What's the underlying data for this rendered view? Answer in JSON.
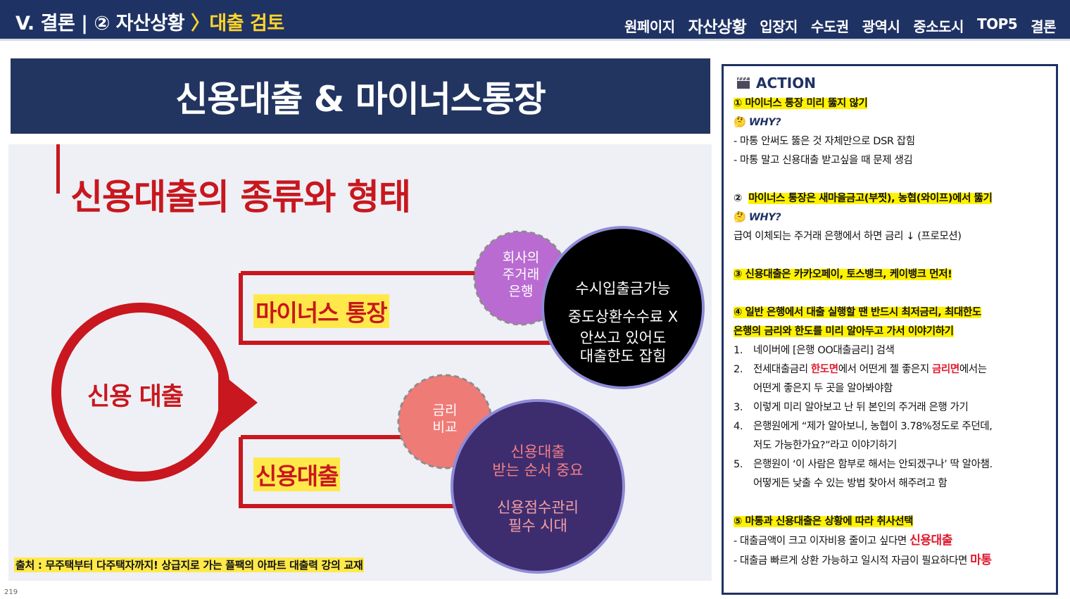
{
  "header": {
    "title_main": "V. 결론 | ② 자산상황 ",
    "title_highlight": "〉대출 검토",
    "nav": [
      "원페이지",
      "자산상황",
      "입장지",
      "수도권",
      "광역시",
      "중소도시",
      "TOP5",
      "결론"
    ]
  },
  "banner": {
    "title": "신용대출 & 마이너스통장"
  },
  "slide": {
    "subtitle": "신용대출의 종류와 형태",
    "center_label": "신용 대출",
    "minus_label": "마이너스 통장",
    "credit_label": "신용대출",
    "bubble_company": [
      "회사의",
      "주거래",
      "은행"
    ],
    "bubble_black": [
      "수시입출금가능",
      "중도상환수수료 X",
      "안쓰고 있어도",
      "대출한도 잡힘"
    ],
    "bubble_rate": [
      "금리",
      "비교"
    ],
    "bubble_purple": [
      "신용대출",
      "받는 순서 중요",
      "신용점수관리",
      "필수 시대"
    ],
    "source": "출처 : 무주택부터 다주택자까지! 상급지로 가는 플팩의 아파트 대출력 강의 교재"
  },
  "page_number": "219",
  "action": {
    "heading": "ACTION",
    "item1_title": "① 마이너스 통장 미리 뚫지 않기",
    "why": "WHY?",
    "item1_lines": [
      "-  마통 안써도 뚫은 것 자체만으로 DSR 잡힘",
      "-  마통 말고 신용대출 받고싶을 때 문제 생김"
    ],
    "item2_num": "②",
    "item2_title": "마이너스 통장은 새마을금고(부찟),  농협(와이프)에서 뚫기",
    "item2_line": "급여 이체되는 주거래 은행에서 하면 금리 ↓ (프로모션)",
    "item3_title": "③ 신용대출은 카카오페이, 토스뱅크, 케이뱅크 먼저!",
    "item4_title_a": "④ 일반 은행에서 대출 실행할 땐 반드시 최저금리, 최대한도",
    "item4_title_b": "은행의 금리와 한도를 미리 알아두고 가서 이야기하기",
    "step_nums": [
      "1.",
      "2.",
      "3.",
      "4.",
      "5."
    ],
    "step1": "네이버에 [은행 OO대출금리] 검색",
    "step2_a": "전세대출금리 ",
    "step2_b": "한도면",
    "step2_c": "에서 어떤게 젤 좋은지 ",
    "step2_d": "금리면",
    "step2_e": "에서는",
    "step2_cont": "어떤게 좋은지 두 곳을 알아봐야함",
    "step3": "이렇게 미리 알아보고 난 뒤 본인의 주거래 은행 가기",
    "step4": "은행원에게 “제가 알아보니, 농협이 3.78%정도로 주던데,",
    "step4_cont": "저도 가능한가요?”라고 이야기하기",
    "step5": "은행원이 ‘이 사람은 함부로 해서는 안되겠구나’ 딱 알아챔.",
    "step5_cont": "어떻게든 낮출 수 있는 방법 찾아서 해주려고 함",
    "item5_title": "⑤ 마통과 신용대출은 상황에 따라 취사선택",
    "item5_line1_a": "- 대출금액이 크고 이자비용 줄이고 싶다면 ",
    "item5_line1_b": "신용대출",
    "item5_line2_a": "- 대출금 빠르게 상환 가능하고 일시적 자금이 필요하다면 ",
    "item5_line2_b": "마통"
  },
  "colors": {
    "navy": "#1f3264",
    "red": "#c8171e",
    "highlight": "#ffe94a",
    "purple_dark": "#3e2d6e",
    "purple_light": "#b96bd1",
    "coral": "#ef7b77"
  }
}
